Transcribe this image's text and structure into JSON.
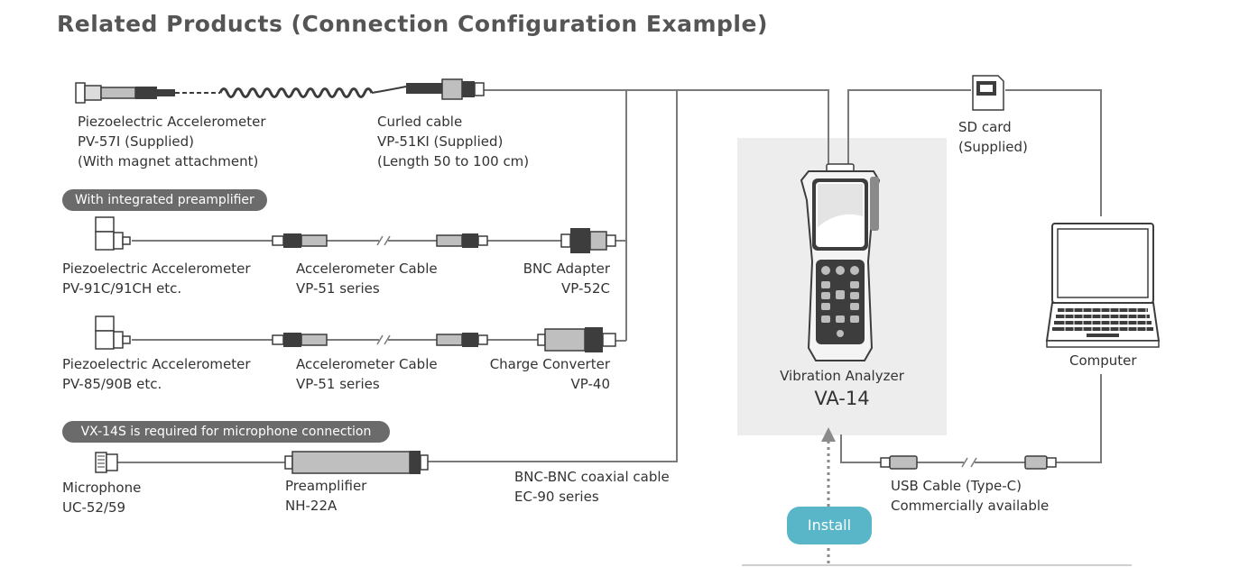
{
  "title": "Related Products (Connection Configuration Example)",
  "banners": {
    "preamp": "With integrated preamplifier",
    "microphone": "VX-14S is required for microphone connection"
  },
  "labels": {
    "accel_pv57": [
      "Piezoelectric Accelerometer",
      "PV-57I (Supplied)",
      "(With magnet attachment)"
    ],
    "curled_cable": [
      "Curled cable",
      "VP-51KI (Supplied)",
      "(Length 50 to 100 cm)"
    ],
    "accel_pv91": [
      "Piezoelectric Accelerometer",
      "PV-91C/91CH etc."
    ],
    "cable_row2": [
      "Accelerometer Cable",
      "VP-51 series"
    ],
    "bnc_adapter": [
      "BNC Adapter",
      "VP-52C"
    ],
    "accel_pv85": [
      "Piezoelectric Accelerometer",
      "PV-85/90B etc."
    ],
    "cable_row3": [
      "Accelerometer Cable",
      "VP-51 series"
    ],
    "charge_converter": [
      "Charge Converter",
      "VP-40"
    ],
    "microphone": [
      "Microphone",
      "UC-52/59"
    ],
    "preamplifier": [
      "Preamplifier",
      "NH-22A"
    ],
    "coax_cable": [
      "BNC-BNC coaxial cable",
      "EC-90 series"
    ],
    "sd_card": [
      "SD card",
      "(Supplied)"
    ],
    "computer": [
      "Computer"
    ],
    "usb_cable": [
      "USB Cable (Type-C)",
      "Commercially available"
    ],
    "analyzer_name": "Vibration Analyzer",
    "analyzer_model": "VA-14"
  },
  "install_button": "Install",
  "colors": {
    "line": "#7a7a7a",
    "device_dark": "#3d3d3d",
    "panel_bg": "#ededed",
    "pill_bg": "#6b6b6b",
    "install_bg": "#58b6c8"
  },
  "icons": [
    "accelerometer-icon",
    "curled-cable-icon",
    "bnc-adapter-icon",
    "charge-converter-icon",
    "microphone-icon",
    "preamplifier-icon",
    "sd-card-icon",
    "laptop-icon",
    "usb-cable-icon",
    "vibration-analyzer-icon"
  ]
}
